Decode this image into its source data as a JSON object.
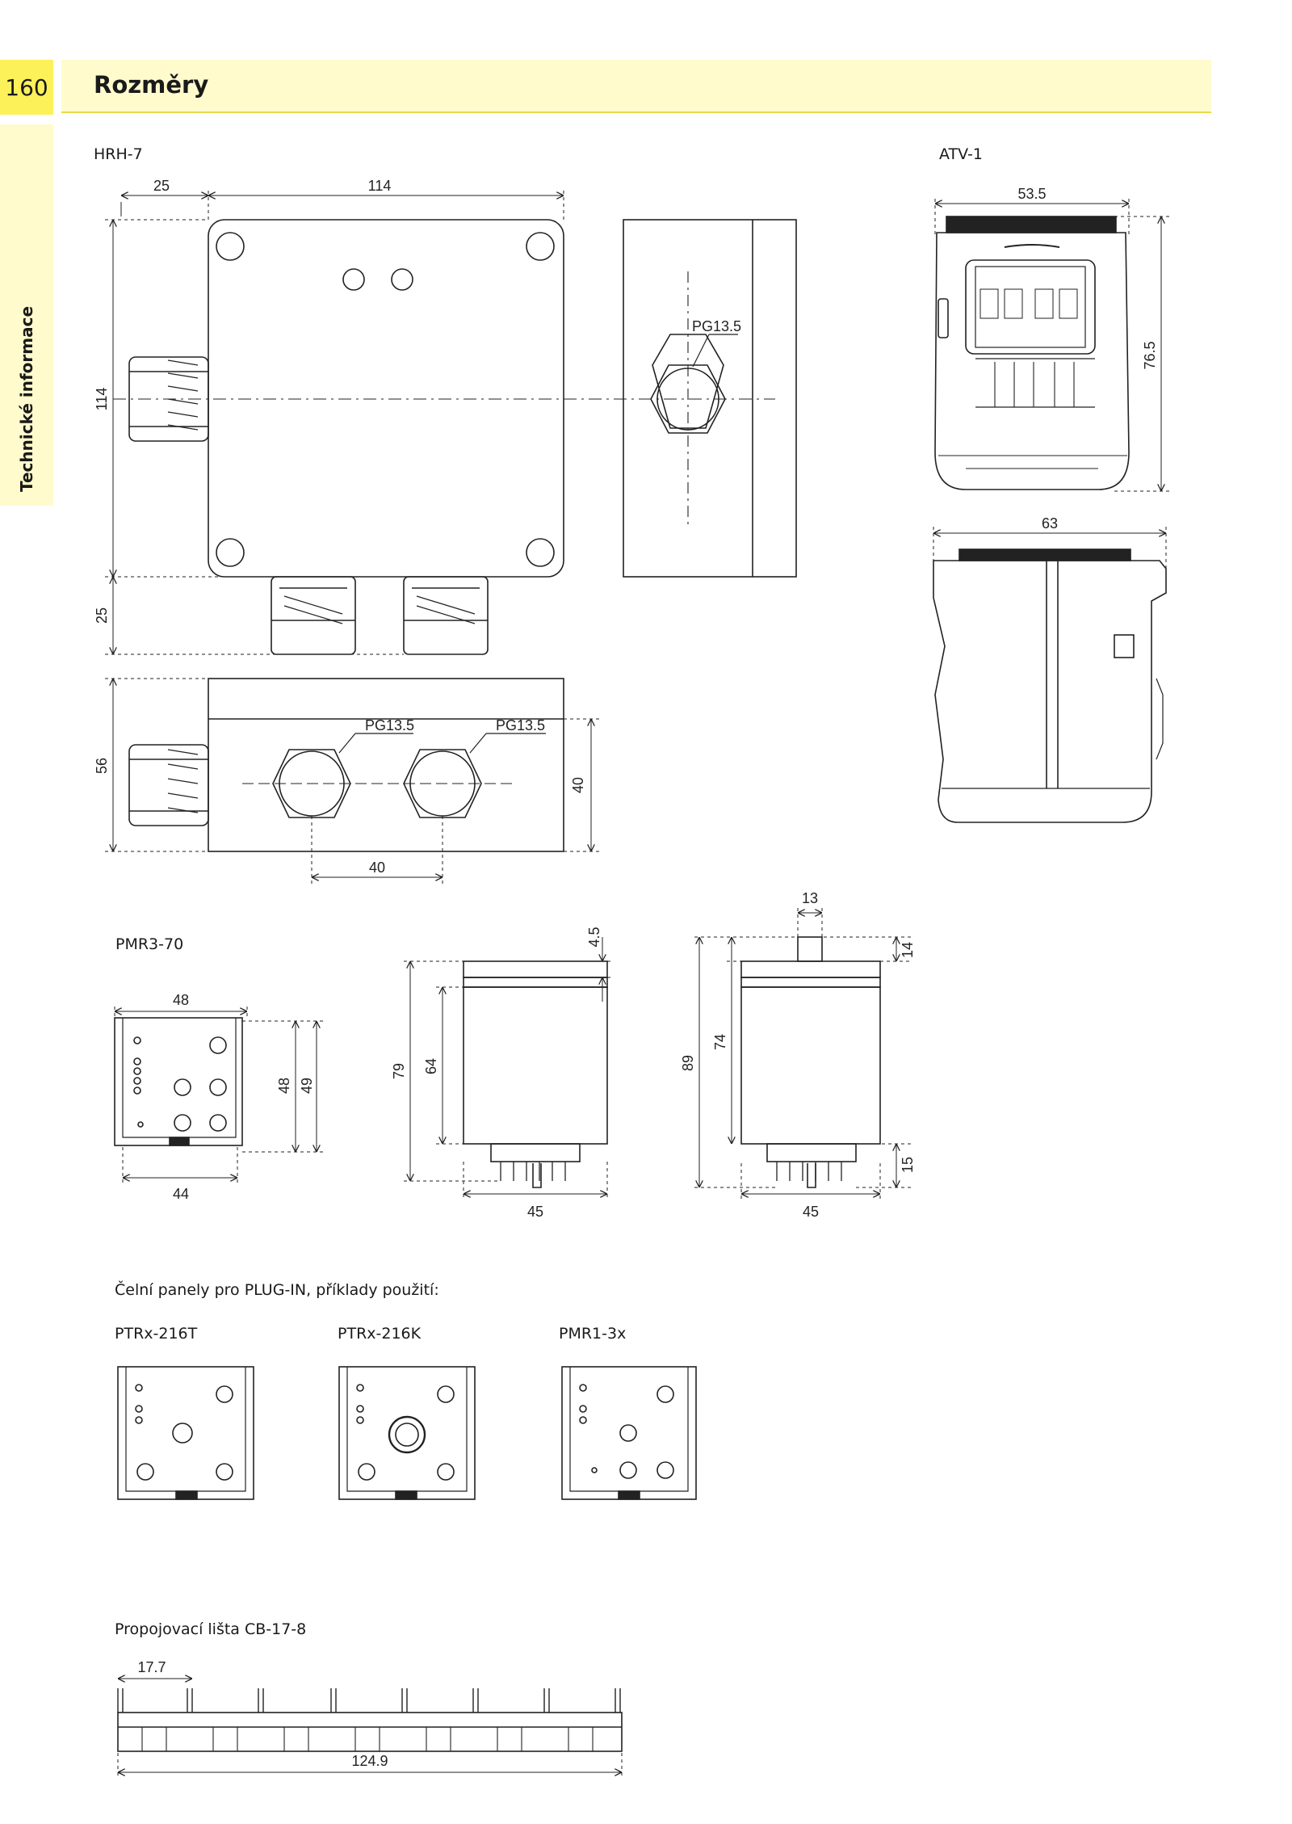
{
  "header": {
    "page_number": "160",
    "title": "Rozměry"
  },
  "side_tab": {
    "label": "Technické informace"
  },
  "products": {
    "hrh7": {
      "name": "HRH-7",
      "dim_25_top": "25",
      "dim_114_top": "114",
      "dim_114_left": "114",
      "dim_25_left": "25",
      "dim_56": "56",
      "dim_40_right": "40",
      "dim_40_bottom": "40",
      "pg_side": "PG13.5",
      "pg_left": "PG13.5",
      "pg_right": "PG13.5"
    },
    "atv1": {
      "name": "ATV-1",
      "dim_53_5": "53.5",
      "dim_76_5": "76.5",
      "dim_63": "63"
    },
    "pmr370": {
      "name": "PMR3-70",
      "dim_48_top": "48",
      "dim_48_side": "48",
      "dim_49": "49",
      "dim_44": "44",
      "dim_4_5": "4.5",
      "dim_79": "79",
      "dim_64": "64",
      "dim_45_a": "45",
      "dim_13": "13",
      "dim_14": "14",
      "dim_89": "89",
      "dim_74": "74",
      "dim_15": "15",
      "dim_45_b": "45"
    },
    "front_panels": {
      "caption": "Čelní panely pro PLUG-IN, příklady použití:",
      "items": [
        "PTRx-216T",
        "PTRx-216K",
        "PMR1-3x"
      ]
    },
    "cb178": {
      "caption": "Propojovací lišta CB-17-8",
      "dim_17_7": "17.7",
      "dim_124_9": "124.9"
    }
  }
}
